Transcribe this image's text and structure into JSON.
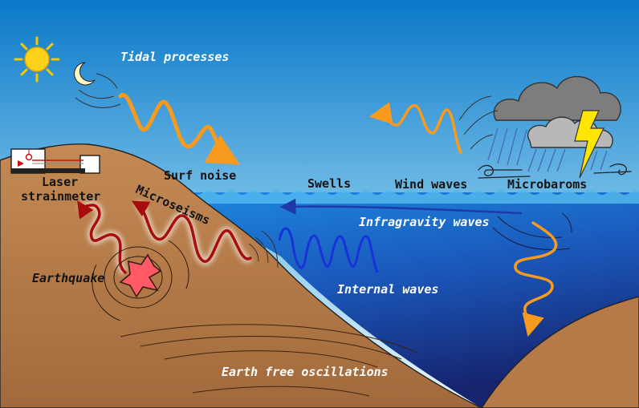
{
  "labels": {
    "tidal_processes": "Tidal processes",
    "surf_noise": "Surf noise",
    "swells": "Swells",
    "wind_waves": "Wind waves",
    "microbaroms": "Microbaroms",
    "infragravity_waves": "Infragravity waves",
    "internal_waves": "Internal waves",
    "microseisms": "Microseisms",
    "laser_line1": "Laser",
    "laser_line2": "strainmeter",
    "earthquake": "Earthquake",
    "earth_free_oscillations": "Earth free oscillations"
  },
  "icons": [
    "sun-icon",
    "moon-icon",
    "storm-cloud-icon",
    "lightning-icon",
    "wind-gust-icon",
    "laser-strainmeter-icon",
    "earthquake-icon"
  ],
  "colors": {
    "sky_top": "#0a78c8",
    "sky_bottom": "#f0f8fc",
    "ocean_top": "#1e88e0",
    "ocean_bottom": "#16246e",
    "land": "#b57a48",
    "orange_wave": "#f79a1e",
    "red_wave": "#a80c0c",
    "blue_wave": "#1832d8",
    "infragravity_arrow": "#1e3aa8"
  }
}
